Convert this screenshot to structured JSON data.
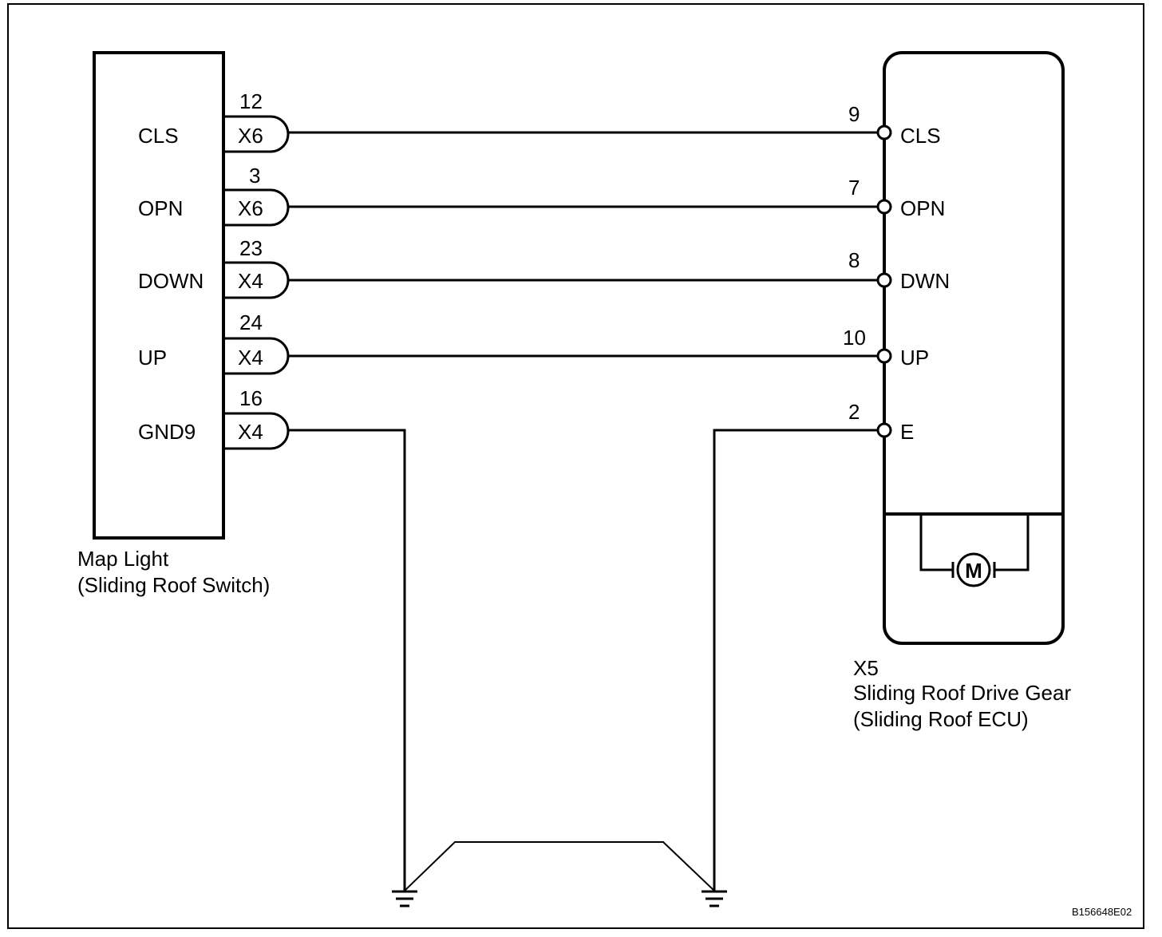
{
  "left_component": {
    "name_line1": "Map Light",
    "name_line2": "(Sliding Roof Switch)",
    "terminals": [
      {
        "name": "CLS",
        "pin": "12",
        "connector": "X6"
      },
      {
        "name": "OPN",
        "pin": "3",
        "connector": "X6"
      },
      {
        "name": "DOWN",
        "pin": "23",
        "connector": "X4"
      },
      {
        "name": "UP",
        "pin": "24",
        "connector": "X4"
      },
      {
        "name": "GND9",
        "pin": "16",
        "connector": "X4"
      }
    ]
  },
  "right_component": {
    "connector": "X5",
    "name_line1": "Sliding Roof Drive Gear",
    "name_line2": "(Sliding Roof ECU)",
    "terminals": [
      {
        "name": "CLS",
        "pin": "9"
      },
      {
        "name": "OPN",
        "pin": "7"
      },
      {
        "name": "DWN",
        "pin": "8"
      },
      {
        "name": "UP",
        "pin": "10"
      },
      {
        "name": "E",
        "pin": "2"
      }
    ],
    "motor_label": "M"
  },
  "figure_code": "B156648E02"
}
